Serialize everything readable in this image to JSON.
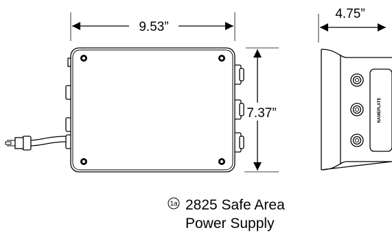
{
  "dimensions": {
    "width": "9.53”",
    "height": "7.37”",
    "depth": "4.75”"
  },
  "nameplate": "NAMEPLATE",
  "callout": {
    "marker": "1a",
    "line1": "2825 Safe Area",
    "line2": "Power Supply"
  }
}
